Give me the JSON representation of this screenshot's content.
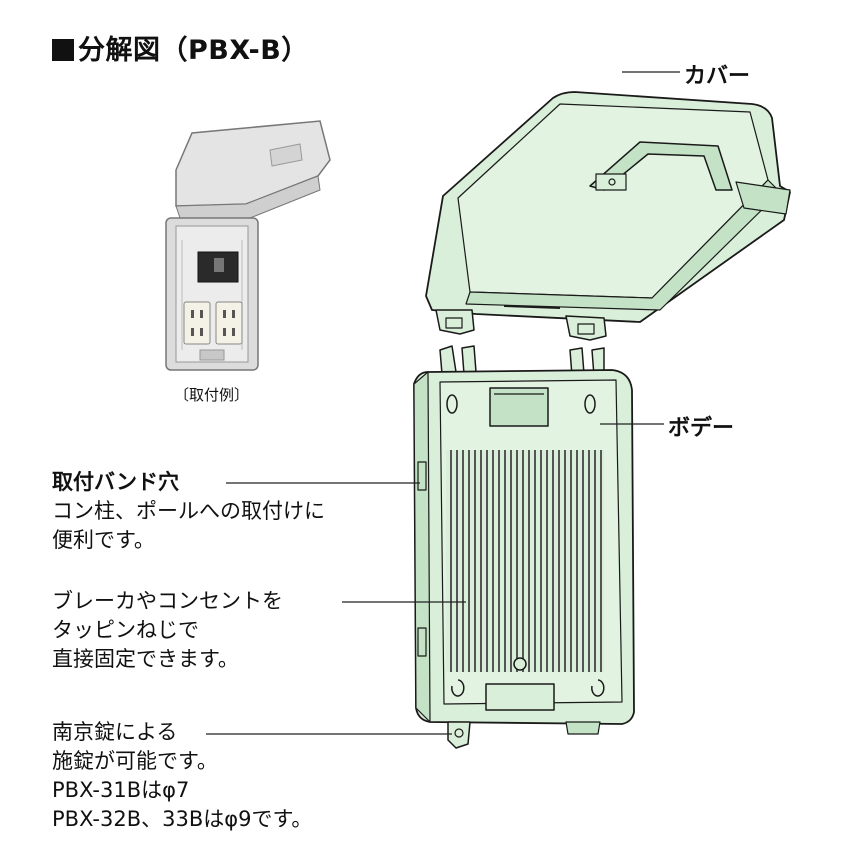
{
  "title": "分解図（PBX-B）",
  "labels": {
    "cover": "カバー",
    "body": "ボデー",
    "install_example": "〔取付例〕"
  },
  "notes": {
    "band_hole": {
      "heading": "取付バンド穴",
      "lines": [
        "コン柱、ポールへの取付けに",
        "便利です。"
      ]
    },
    "tapping": {
      "lines": [
        "ブレーカやコンセントを",
        "タッピンねじで",
        "直接固定できます。"
      ]
    },
    "lock": {
      "lines": [
        "南京錠による",
        "施錠が可能です。",
        "PBX-31Bはφ7",
        "PBX-32B、33Bはφ9です。"
      ]
    }
  },
  "colors": {
    "exploded_fill": "#d9efd9",
    "exploded_shade": "#c4e3c6",
    "photo_cover": "#e2e2e2",
    "photo_body": "#dadada",
    "outline": "#1a1a1a"
  }
}
